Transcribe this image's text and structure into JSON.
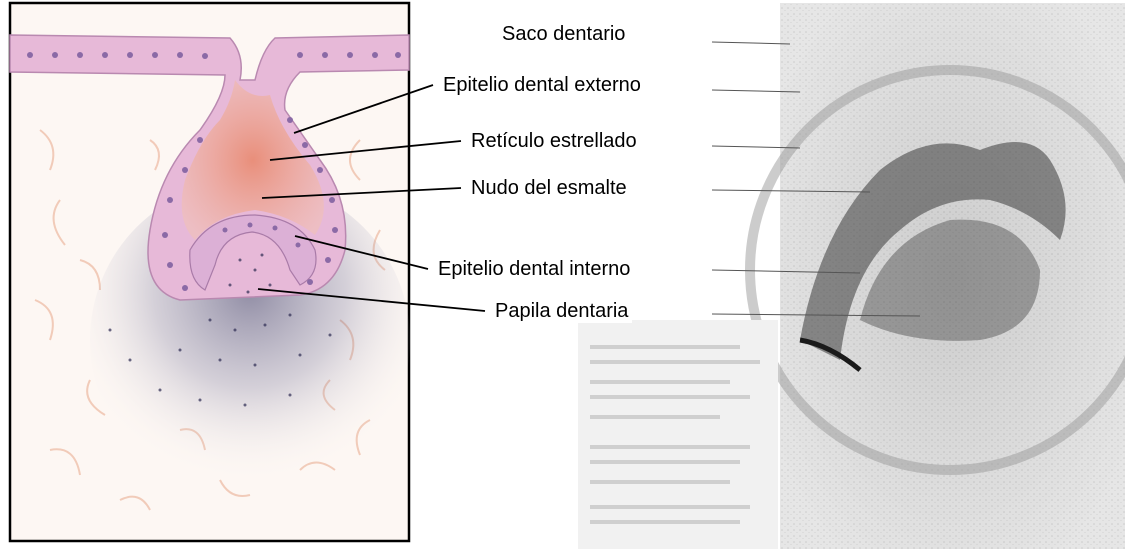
{
  "labels": {
    "saco_dentario": "Saco dentario",
    "epitelio_externo": "Epitelio dental externo",
    "reticulo_estrellado": "Retículo estrellado",
    "nudo_esmalte": "Nudo del esmalte",
    "epitelio_interno": "Epitelio dental interno",
    "papila_dentaria": "Papila dentaria"
  },
  "colors": {
    "epithelium": "#e7b9d8",
    "nucleus": "#8b6aa6",
    "reticulum": "#e69a7c",
    "papilla_dots": "#2d2b52",
    "connective": "#e9a88a"
  }
}
